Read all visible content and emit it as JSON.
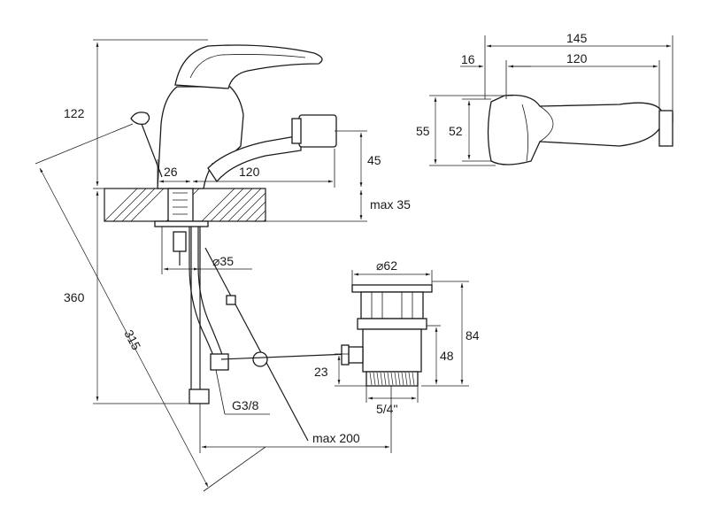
{
  "dimensions": {
    "total_height": "122",
    "tap_height": "360",
    "hose_length": "315",
    "spout_offset": "26",
    "spout_reach": "120",
    "spout_height": "45",
    "deck_thickness": "max 35",
    "hole_diameter": "⌀35",
    "waste_diameter": "⌀62",
    "waste_height": "84",
    "waste_body": "48",
    "rod_height": "23",
    "waste_thread": "5/4\"",
    "hose_thread": "G3/8",
    "rod_length": "max 200",
    "top_total": "145",
    "top_back": "16",
    "top_reach": "120",
    "top_width": "55",
    "top_body": "52"
  },
  "colors": {
    "line": "#1a1a1a",
    "background": "#ffffff"
  }
}
